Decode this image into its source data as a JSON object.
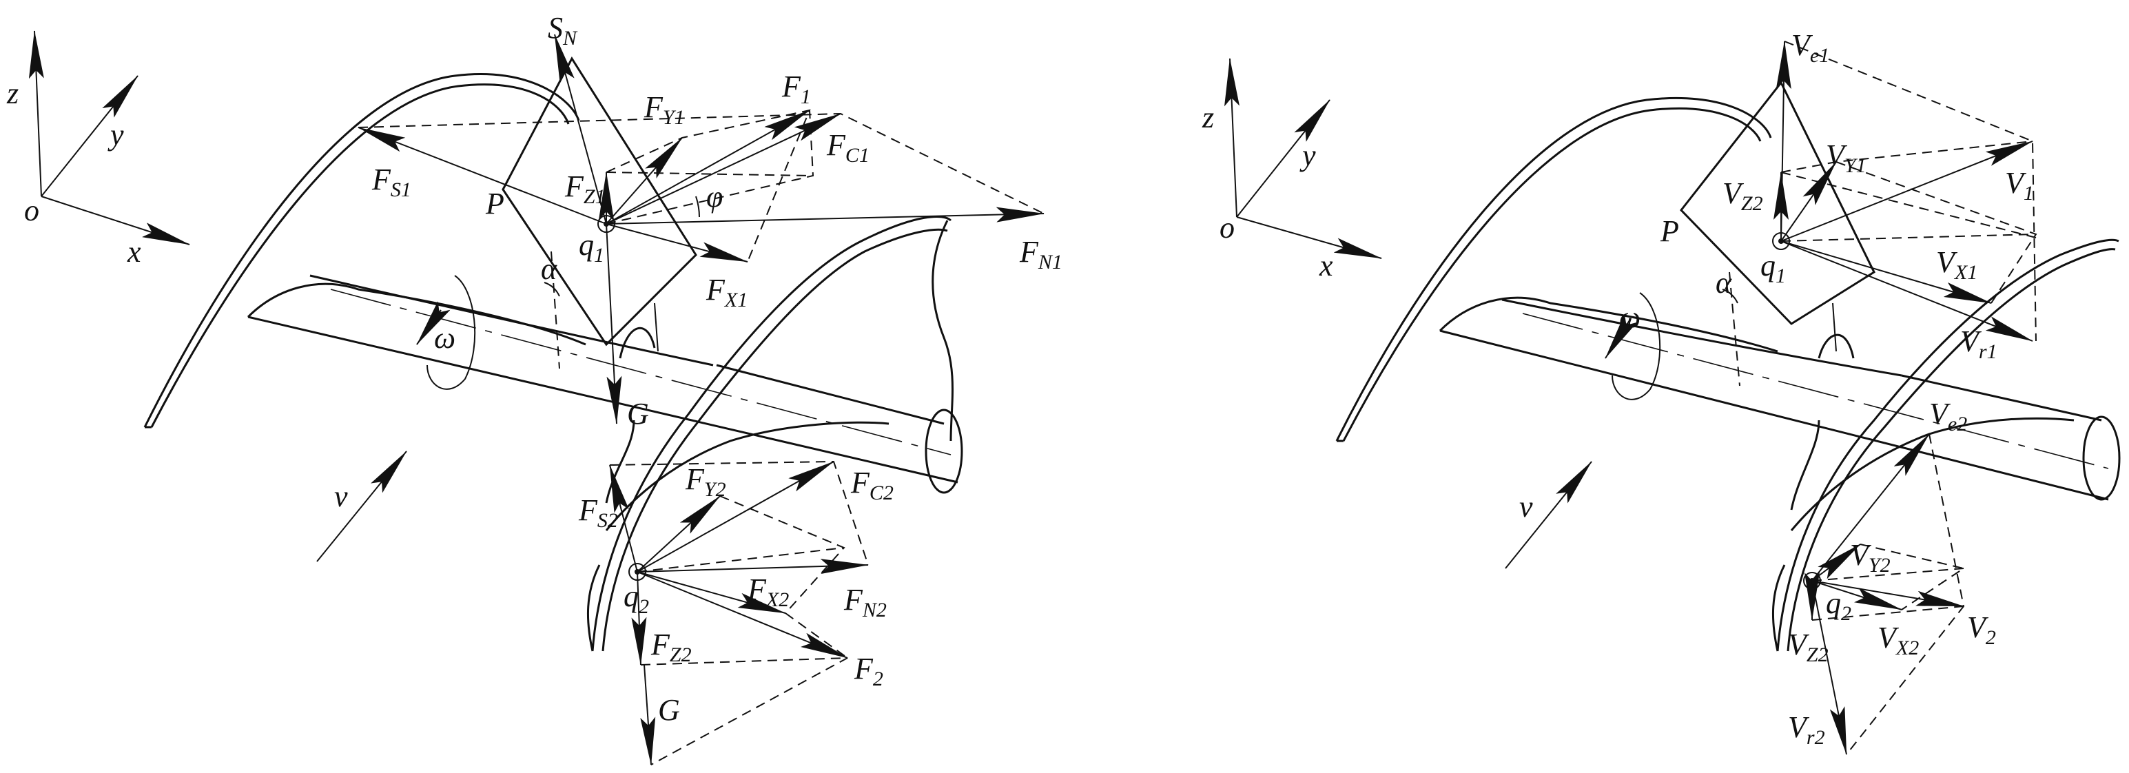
{
  "left_panel": {
    "axes": {
      "z": "z",
      "y": "y",
      "x": "x",
      "origin": "o"
    },
    "labels": {
      "SN": "S",
      "SN_sub": "N",
      "F1": "F",
      "F1_sub": "1",
      "FY1": "F",
      "FY1_sub": "Y1",
      "FC1": "F",
      "FC1_sub": "C1",
      "FS1": "F",
      "FS1_sub": "S1",
      "FZ1": "F",
      "FZ1_sub": "Z1",
      "P": "P",
      "phi": "φ",
      "q1": "q",
      "q1_sub": "1",
      "FX1": "F",
      "FX1_sub": "X1",
      "FN1": "F",
      "FN1_sub": "N1",
      "alpha": "α",
      "omega": "ω",
      "G1": "G",
      "v": "v",
      "FS2": "F",
      "FS2_sub": "S2",
      "FY2": "F",
      "FY2_sub": "Y2",
      "FC2": "F",
      "FC2_sub": "C2",
      "q2": "q",
      "q2_sub": "2",
      "FX2": "F",
      "FX2_sub": "X2",
      "FN2": "F",
      "FN2_sub": "N2",
      "FZ2": "F",
      "FZ2_sub": "Z2",
      "F2": "F",
      "F2_sub": "2",
      "G2": "G"
    }
  },
  "right_panel": {
    "axes": {
      "z": "z",
      "y": "y",
      "x": "x",
      "origin": "o"
    },
    "labels": {
      "Ve1": "V",
      "Ve1_sub": "e1",
      "VY1": "V",
      "VY1_sub": "Y1",
      "VZ2top": "V",
      "VZ2top_sub": "Z2",
      "V1": "V",
      "V1_sub": "1",
      "P": "P",
      "alpha": "α",
      "q1": "q",
      "q1_sub": "1",
      "VX1": "V",
      "VX1_sub": "X1",
      "Vr1": "V",
      "Vr1_sub": "r1",
      "omega": "ω",
      "v": "v",
      "Ve2": "V",
      "Ve2_sub": "e2",
      "VY2": "V",
      "VY2_sub": "Y2",
      "q2": "q",
      "q2_sub": "2",
      "V2": "V",
      "V2_sub": "2",
      "VZ2": "V",
      "VZ2_sub": "Z2",
      "VX2": "V",
      "VX2_sub": "X2",
      "Vr2": "V",
      "Vr2_sub": "r2"
    }
  }
}
